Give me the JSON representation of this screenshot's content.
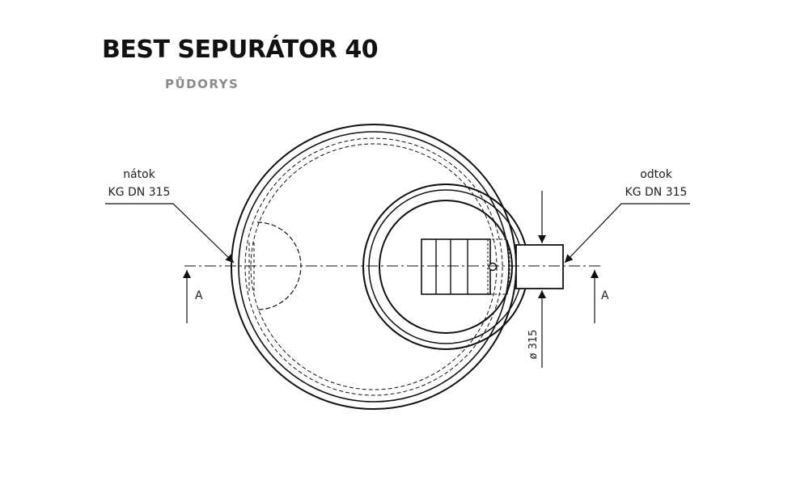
{
  "header": {
    "title": "BEST SEPURÁTOR 40",
    "subtitle": "PŮDORYS"
  },
  "labels": {
    "inlet_line1": "nátok",
    "inlet_line2": "KG DN 315",
    "outlet_line1": "odtok",
    "outlet_line2": "KG DN 315",
    "section_left": "A",
    "section_right": "A",
    "diameter": "ø 315"
  },
  "colors": {
    "line": "#111111",
    "title": "#111111",
    "subtitle": "#8a8a8a"
  }
}
